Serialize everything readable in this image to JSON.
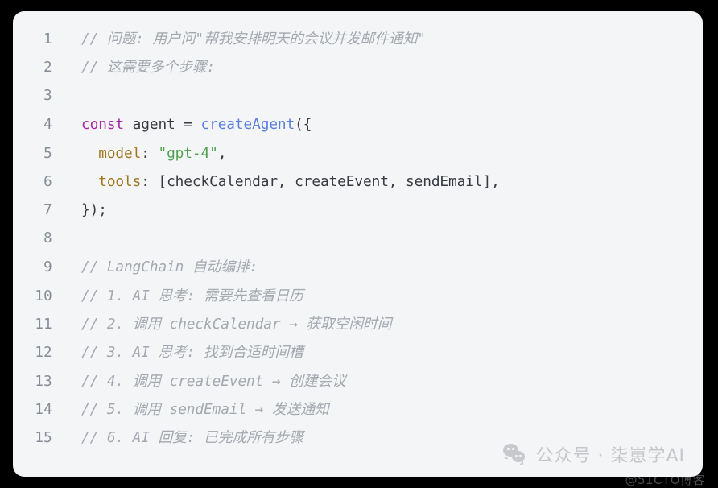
{
  "card": {
    "background_color": "#f4f5f7",
    "language": "javascript"
  },
  "colors": {
    "page_background": "#000000",
    "card_background": "#f4f5f7",
    "line_number": "#878d96",
    "comment": "#a4a8af",
    "keyword": "#a626a4",
    "function": "#5b7fe0",
    "property": "#a0761f",
    "string": "#50a14f",
    "plain": "#383a42",
    "watermark": "#c5c7ca"
  },
  "code": {
    "lines": [
      {
        "number": "1",
        "tokens": [
          {
            "text": "// 问题: 用户问\"帮我安排明天的会议并发邮件通知\"",
            "type": "comment"
          }
        ]
      },
      {
        "number": "2",
        "tokens": [
          {
            "text": "// 这需要多个步骤:",
            "type": "comment"
          }
        ]
      },
      {
        "number": "3",
        "tokens": []
      },
      {
        "number": "4",
        "tokens": [
          {
            "text": "const",
            "type": "keyword"
          },
          {
            "text": " agent = ",
            "type": "plain"
          },
          {
            "text": "createAgent",
            "type": "func"
          },
          {
            "text": "({",
            "type": "plain"
          }
        ]
      },
      {
        "number": "5",
        "tokens": [
          {
            "text": "  ",
            "type": "plain"
          },
          {
            "text": "model",
            "type": "prop"
          },
          {
            "text": ": ",
            "type": "plain"
          },
          {
            "text": "\"gpt-4\"",
            "type": "string"
          },
          {
            "text": ",",
            "type": "plain"
          }
        ]
      },
      {
        "number": "6",
        "tokens": [
          {
            "text": "  ",
            "type": "plain"
          },
          {
            "text": "tools",
            "type": "prop"
          },
          {
            "text": ": [checkCalendar, createEvent, sendEmail],",
            "type": "plain"
          }
        ]
      },
      {
        "number": "7",
        "tokens": [
          {
            "text": "});",
            "type": "plain"
          }
        ]
      },
      {
        "number": "8",
        "tokens": []
      },
      {
        "number": "9",
        "tokens": [
          {
            "text": "// LangChain 自动编排:",
            "type": "comment"
          }
        ]
      },
      {
        "number": "10",
        "tokens": [
          {
            "text": "// 1. AI 思考: 需要先查看日历",
            "type": "comment"
          }
        ]
      },
      {
        "number": "11",
        "tokens": [
          {
            "text": "// 2. 调用 checkCalendar → 获取空闲时间",
            "type": "comment"
          }
        ]
      },
      {
        "number": "12",
        "tokens": [
          {
            "text": "// 3. AI 思考: 找到合适时间槽",
            "type": "comment"
          }
        ]
      },
      {
        "number": "13",
        "tokens": [
          {
            "text": "// 4. 调用 createEvent → 创建会议",
            "type": "comment"
          }
        ]
      },
      {
        "number": "14",
        "tokens": [
          {
            "text": "// 5. 调用 sendEmail → 发送通知",
            "type": "comment"
          }
        ]
      },
      {
        "number": "15",
        "tokens": [
          {
            "text": "// 6. AI 回复: 已完成所有步骤",
            "type": "comment"
          }
        ]
      }
    ]
  },
  "watermark": {
    "icon": "wechat-icon",
    "text": "公众号 · 柒崽学AI"
  },
  "site_watermark": {
    "text": "@51CTO博客"
  }
}
